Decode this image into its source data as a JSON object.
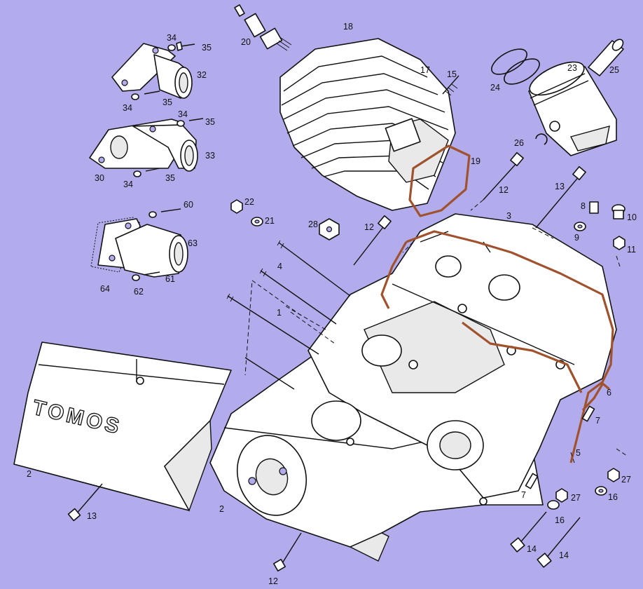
{
  "colors": {
    "background": "#b3acec",
    "gasket": "#a0522d",
    "outline": "#111111",
    "part": "#ffffff"
  },
  "brand": {
    "logo_text": "TOMOS"
  },
  "callouts": [
    {
      "id": "c1",
      "text": "1"
    },
    {
      "id": "c2a",
      "text": "2"
    },
    {
      "id": "c2b",
      "text": "2"
    },
    {
      "id": "c3",
      "text": "3"
    },
    {
      "id": "c4",
      "text": "4"
    },
    {
      "id": "c5",
      "text": "5"
    },
    {
      "id": "c6",
      "text": "6"
    },
    {
      "id": "c7a",
      "text": "7"
    },
    {
      "id": "c7b",
      "text": "7"
    },
    {
      "id": "c8",
      "text": "8"
    },
    {
      "id": "c9",
      "text": "9"
    },
    {
      "id": "c10",
      "text": "10"
    },
    {
      "id": "c11",
      "text": "11"
    },
    {
      "id": "c12a",
      "text": "12"
    },
    {
      "id": "c12b",
      "text": "12"
    },
    {
      "id": "c12c",
      "text": "12"
    },
    {
      "id": "c13a",
      "text": "13"
    },
    {
      "id": "c13b",
      "text": "13"
    },
    {
      "id": "c14a",
      "text": "14"
    },
    {
      "id": "c14b",
      "text": "14"
    },
    {
      "id": "c15",
      "text": "15"
    },
    {
      "id": "c16a",
      "text": "16"
    },
    {
      "id": "c16b",
      "text": "16"
    },
    {
      "id": "c17",
      "text": "17"
    },
    {
      "id": "c18",
      "text": "18"
    },
    {
      "id": "c19",
      "text": "19"
    },
    {
      "id": "c20",
      "text": "20"
    },
    {
      "id": "c21",
      "text": "21"
    },
    {
      "id": "c22",
      "text": "22"
    },
    {
      "id": "c23",
      "text": "23"
    },
    {
      "id": "c24",
      "text": "24"
    },
    {
      "id": "c25",
      "text": "25"
    },
    {
      "id": "c26",
      "text": "26"
    },
    {
      "id": "c27a",
      "text": "27"
    },
    {
      "id": "c27b",
      "text": "27"
    },
    {
      "id": "c28",
      "text": "28"
    },
    {
      "id": "c30",
      "text": "30"
    },
    {
      "id": "c32",
      "text": "32"
    },
    {
      "id": "c33",
      "text": "33"
    },
    {
      "id": "c34a",
      "text": "34"
    },
    {
      "id": "c34b",
      "text": "34"
    },
    {
      "id": "c34c",
      "text": "34"
    },
    {
      "id": "c34d",
      "text": "34"
    },
    {
      "id": "c35a",
      "text": "35"
    },
    {
      "id": "c35b",
      "text": "35"
    },
    {
      "id": "c35c",
      "text": "35"
    },
    {
      "id": "c35d",
      "text": "35"
    },
    {
      "id": "c60",
      "text": "60"
    },
    {
      "id": "c61",
      "text": "61"
    },
    {
      "id": "c62",
      "text": "62"
    },
    {
      "id": "c63",
      "text": "63"
    },
    {
      "id": "c64",
      "text": "64"
    }
  ]
}
